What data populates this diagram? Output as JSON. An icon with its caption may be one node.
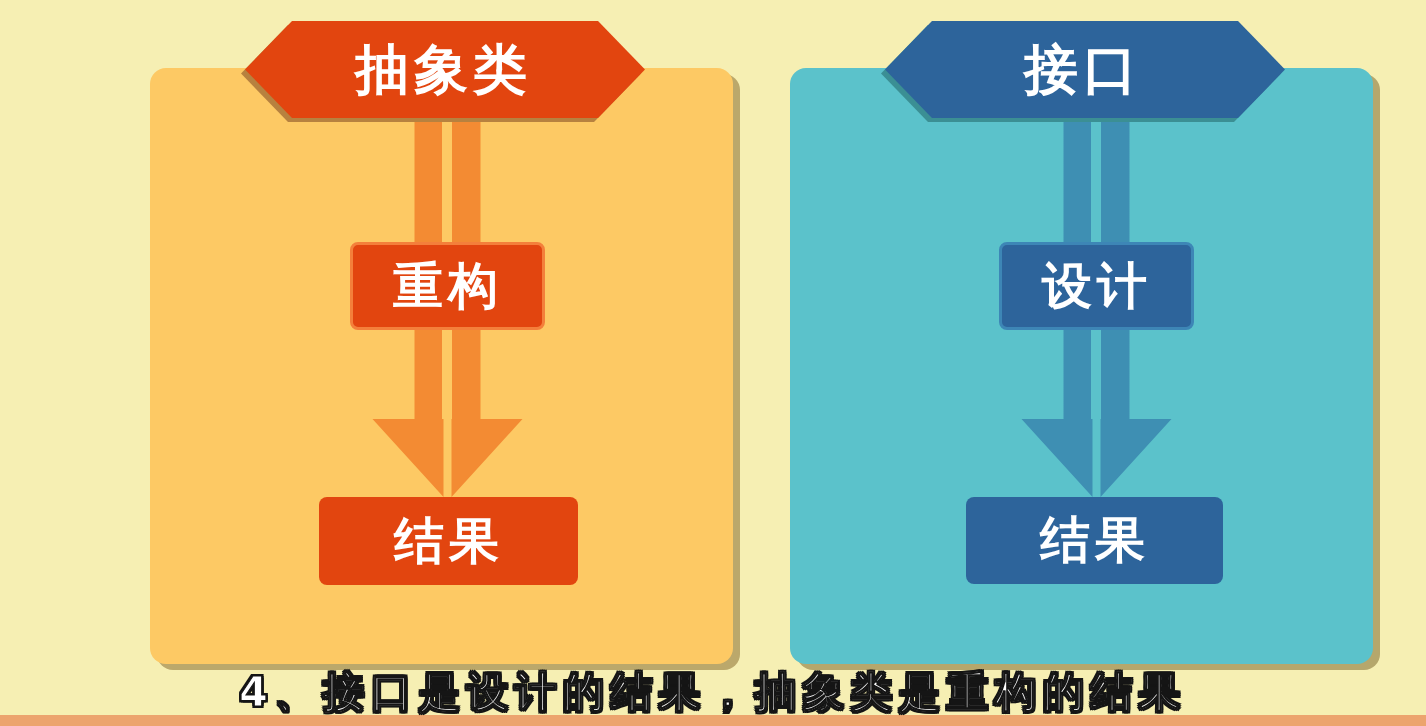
{
  "diagram": {
    "caption": "4、接口是设计的结果，抽象类是重构的结果",
    "nodes": [
      {
        "text": [],
        "shape": "box"
      },
      {
        "text": [
          "抽象类"
        ]
      },
      {
        "text": [
          "重构"
        ],
        "in": 0
      },
      {
        "text": [
          "结果"
        ],
        "in": 0
      },
      {
        "text": [],
        "shape": "box"
      },
      {
        "text": [
          "接口"
        ]
      },
      {
        "text": [
          "设计"
        ],
        "in": 4
      },
      {
        "text": [
          "结果"
        ],
        "in": 4
      }
    ],
    "edges": [
      {
        "from": 1,
        "to": 2,
        "arrow": "none",
        "style": "thick",
        "color": "#f38b33"
      },
      {
        "from": 2,
        "to": 3,
        "arrow": "to",
        "style": "thick",
        "color": "#f38b33"
      },
      {
        "from": 5,
        "to": 6,
        "arrow": "none",
        "style": "thick",
        "color": "#3e8fb3"
      },
      {
        "from": 6,
        "to": 7,
        "arrow": "to",
        "style": "thick",
        "color": "#3e8fb3"
      }
    ]
  }
}
